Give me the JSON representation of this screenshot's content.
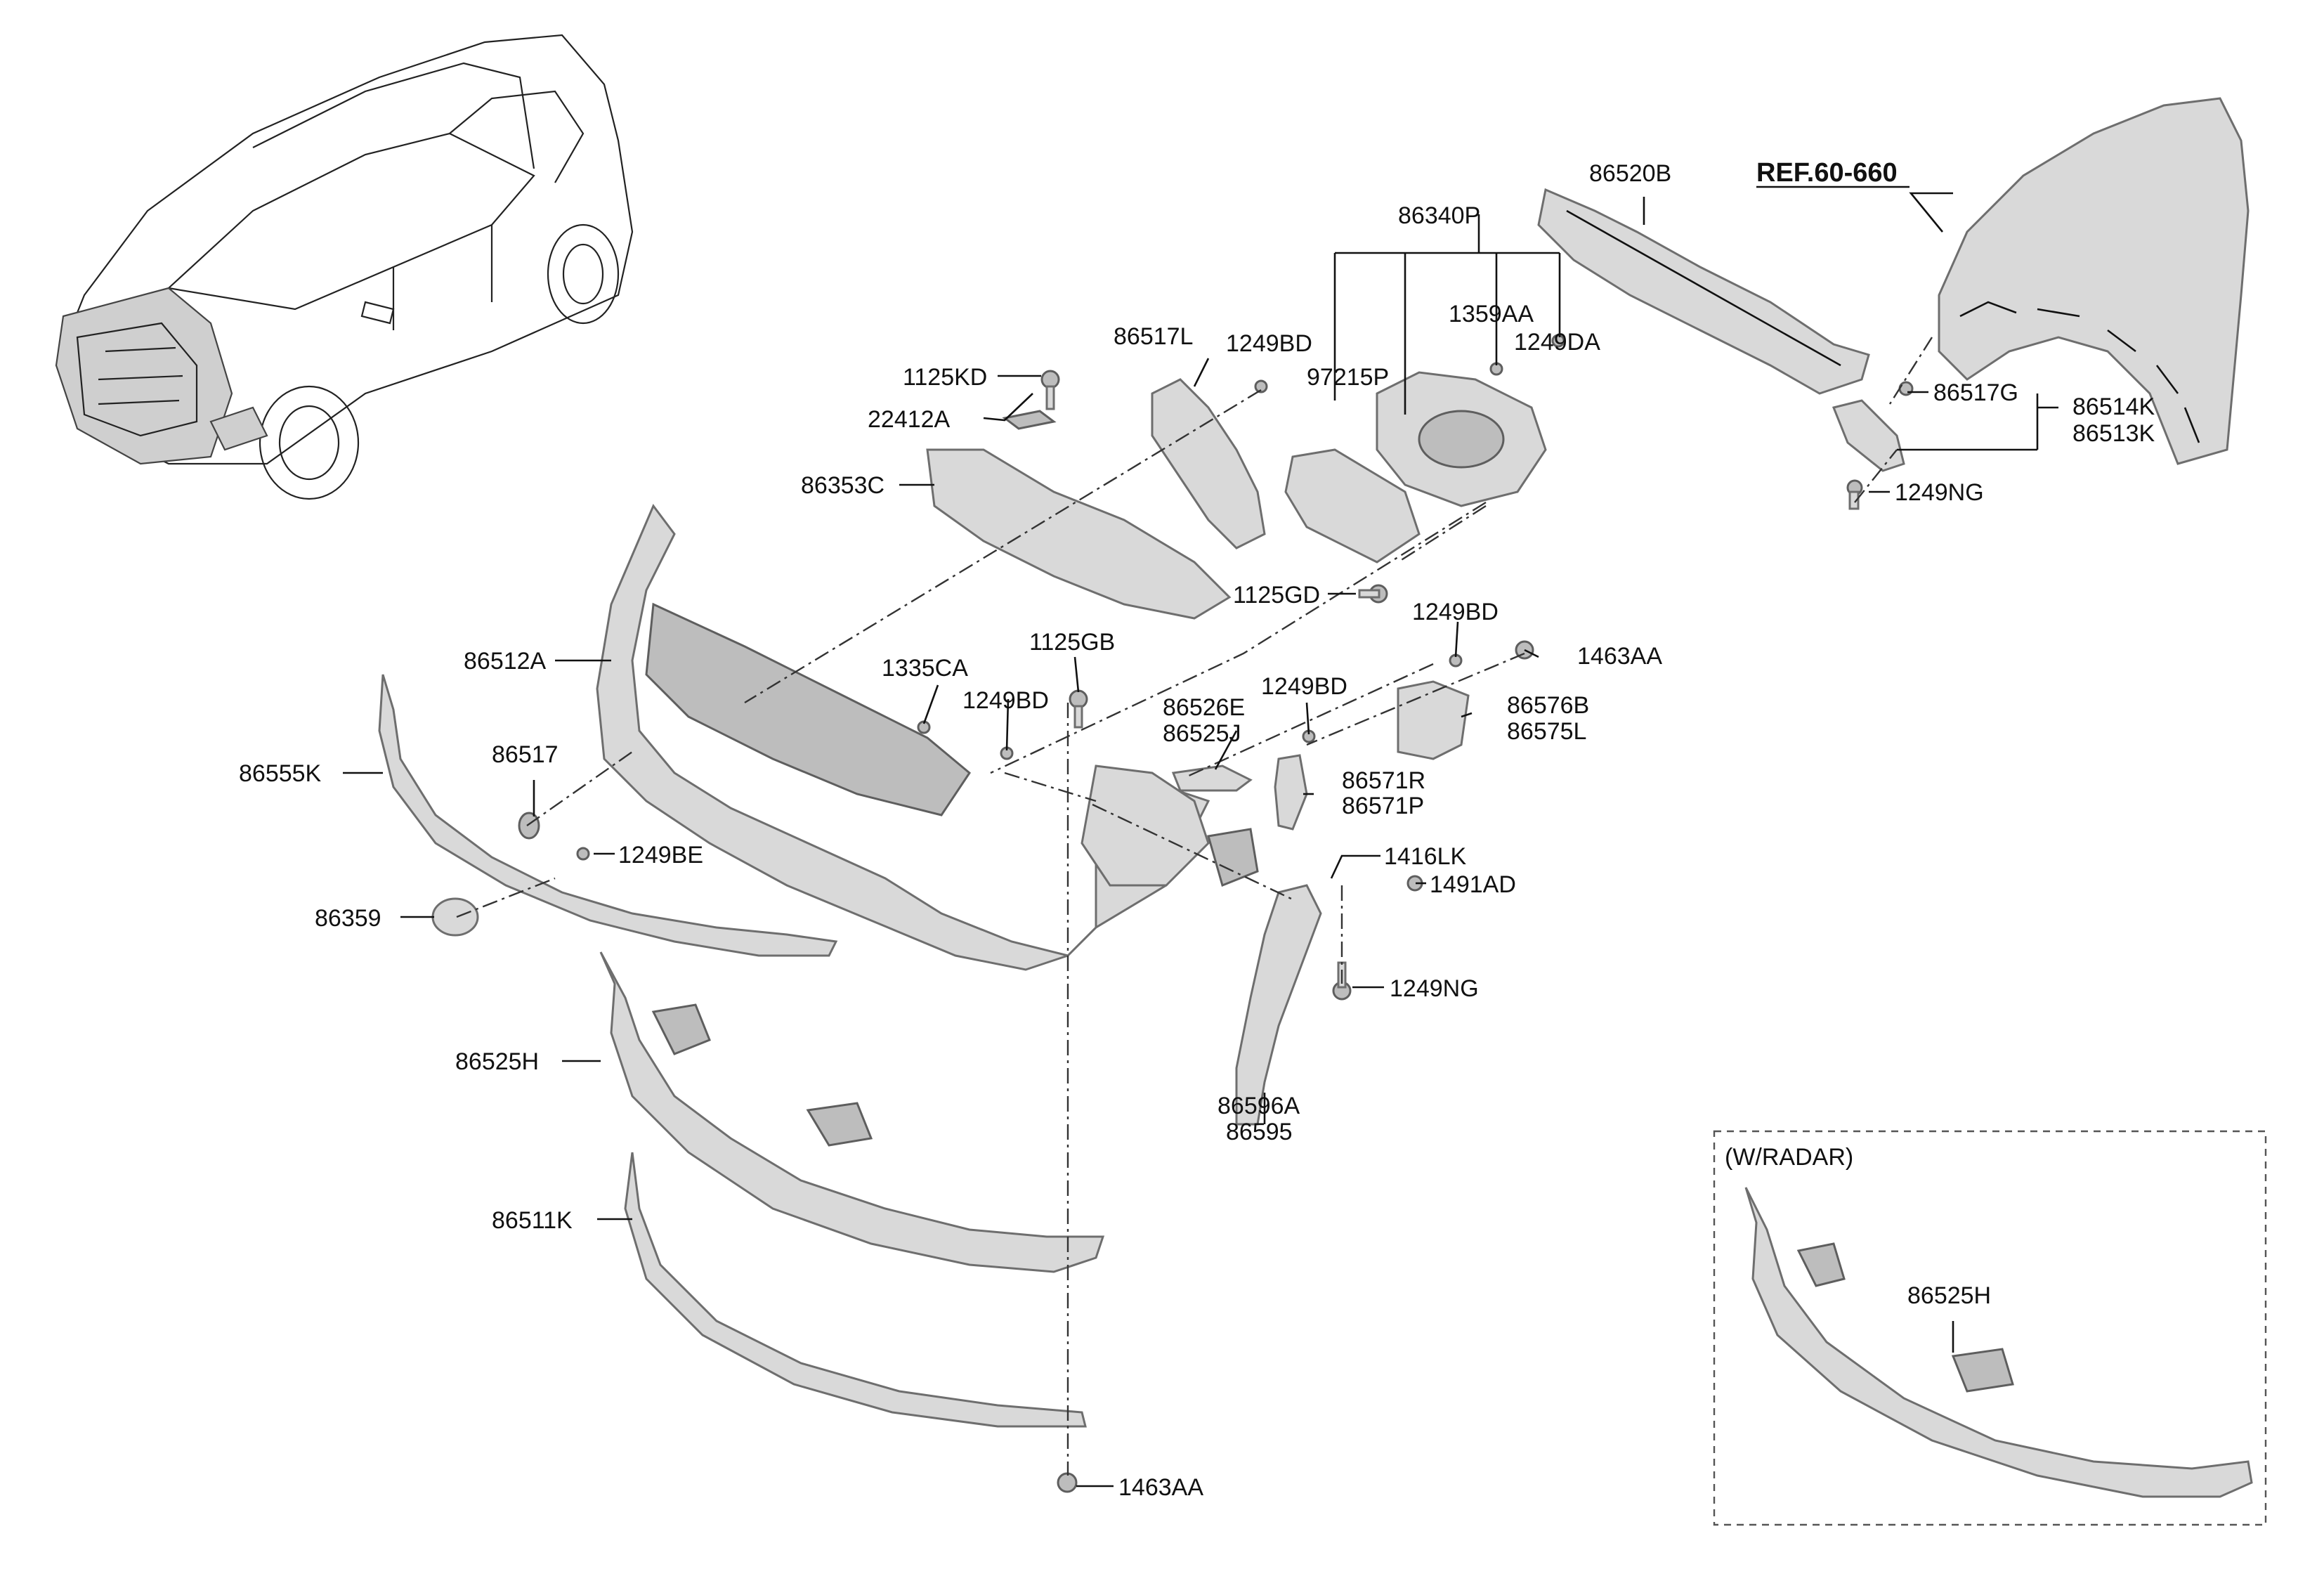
{
  "diagram": {
    "ref_label": "REF.60-660",
    "radar_box_title": "(W/RADAR)",
    "labels": [
      {
        "id": "p86520B",
        "text": "86520B"
      },
      {
        "id": "p86340P",
        "text": "86340P"
      },
      {
        "id": "p1359AA",
        "text": "1359AA"
      },
      {
        "id": "p1249DA",
        "text": "1249DA"
      },
      {
        "id": "p97215P",
        "text": "97215P"
      },
      {
        "id": "p86517L",
        "text": "86517L"
      },
      {
        "id": "p1249BD_a",
        "text": "1249BD"
      },
      {
        "id": "p1125KD",
        "text": "1125KD"
      },
      {
        "id": "p22412A",
        "text": "22412A"
      },
      {
        "id": "p86353C",
        "text": "86353C"
      },
      {
        "id": "p1125GD",
        "text": "1125GD"
      },
      {
        "id": "p86517G",
        "text": "86517G"
      },
      {
        "id": "p86514K",
        "text": "86514K"
      },
      {
        "id": "p86513K",
        "text": "86513K"
      },
      {
        "id": "p1249NG_a",
        "text": "1249NG"
      },
      {
        "id": "p86512A",
        "text": "86512A"
      },
      {
        "id": "p1335CA",
        "text": "1335CA"
      },
      {
        "id": "p1125GB",
        "text": "1125GB"
      },
      {
        "id": "p1249BD_b",
        "text": "1249BD"
      },
      {
        "id": "p1249BD_c",
        "text": "1249BD"
      },
      {
        "id": "p1463AA_a",
        "text": "1463AA"
      },
      {
        "id": "p1249BD_d",
        "text": "1249BD"
      },
      {
        "id": "p86526E",
        "text": "86526E"
      },
      {
        "id": "p86525J",
        "text": "86525J"
      },
      {
        "id": "p86576B",
        "text": "86576B"
      },
      {
        "id": "p86575L",
        "text": "86575L"
      },
      {
        "id": "p86571R",
        "text": "86571R"
      },
      {
        "id": "p86571P",
        "text": "86571P"
      },
      {
        "id": "p86555K",
        "text": "86555K"
      },
      {
        "id": "p86517",
        "text": "86517"
      },
      {
        "id": "p1249BE",
        "text": "1249BE"
      },
      {
        "id": "p1416LK",
        "text": "1416LK"
      },
      {
        "id": "p1491AD",
        "text": "1491AD"
      },
      {
        "id": "p86359",
        "text": "86359"
      },
      {
        "id": "p1249NG_b",
        "text": "1249NG"
      },
      {
        "id": "p86525H",
        "text": "86525H"
      },
      {
        "id": "p86596A",
        "text": "86596A"
      },
      {
        "id": "p86595",
        "text": "86595"
      },
      {
        "id": "p86511K",
        "text": "86511K"
      },
      {
        "id": "p1463AA_b",
        "text": "1463AA"
      },
      {
        "id": "p86525H_radar",
        "text": "86525H"
      }
    ]
  }
}
